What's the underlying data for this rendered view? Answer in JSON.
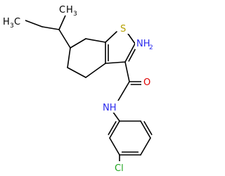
{
  "molecule": {
    "labels": {
      "sulfur": "S",
      "amine": "NH2",
      "oxygen": "O",
      "amide_nh": "NH",
      "chlorine": "Cl",
      "methyl": "H3C",
      "methyl_2": "CH3"
    }
  },
  "colors": {
    "bond": "#000000",
    "carbon_label": "#000000",
    "sulfur": "#b5a000",
    "nitrogen": "#2a2aee",
    "oxygen": "#dd0000",
    "chlorine": "#1fa51f"
  }
}
